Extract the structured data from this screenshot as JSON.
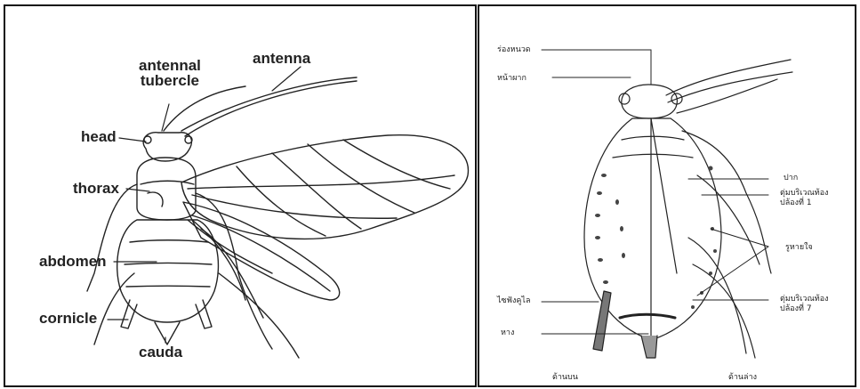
{
  "left_diagram": {
    "labels": {
      "antenna": "antenna",
      "antennal_tubercle": "antennal\ntubercle",
      "head": "head",
      "thorax": "thorax",
      "abdomen": "abdomen",
      "cornicle": "cornicle",
      "cauda": "cauda"
    }
  },
  "right_diagram": {
    "labels": {
      "antennal_groove": "ร่องหนวด",
      "forehead": "หน้าผาก",
      "mouthparts": "ปาก",
      "tubercle_segment_1": "ตุ่มบริเวณท้อง\nปล้องที่ 1",
      "spiracle": "รูหายใจ",
      "tubercle_segment_7": "ตุ่มบริเวณท้อง\nปล้องที่ 7",
      "cornicle": "ไซฟังคูไล",
      "tail": "หาง",
      "dorsal_view": "ด้านบน",
      "ventral_view": "ด้านล่าง"
    }
  }
}
